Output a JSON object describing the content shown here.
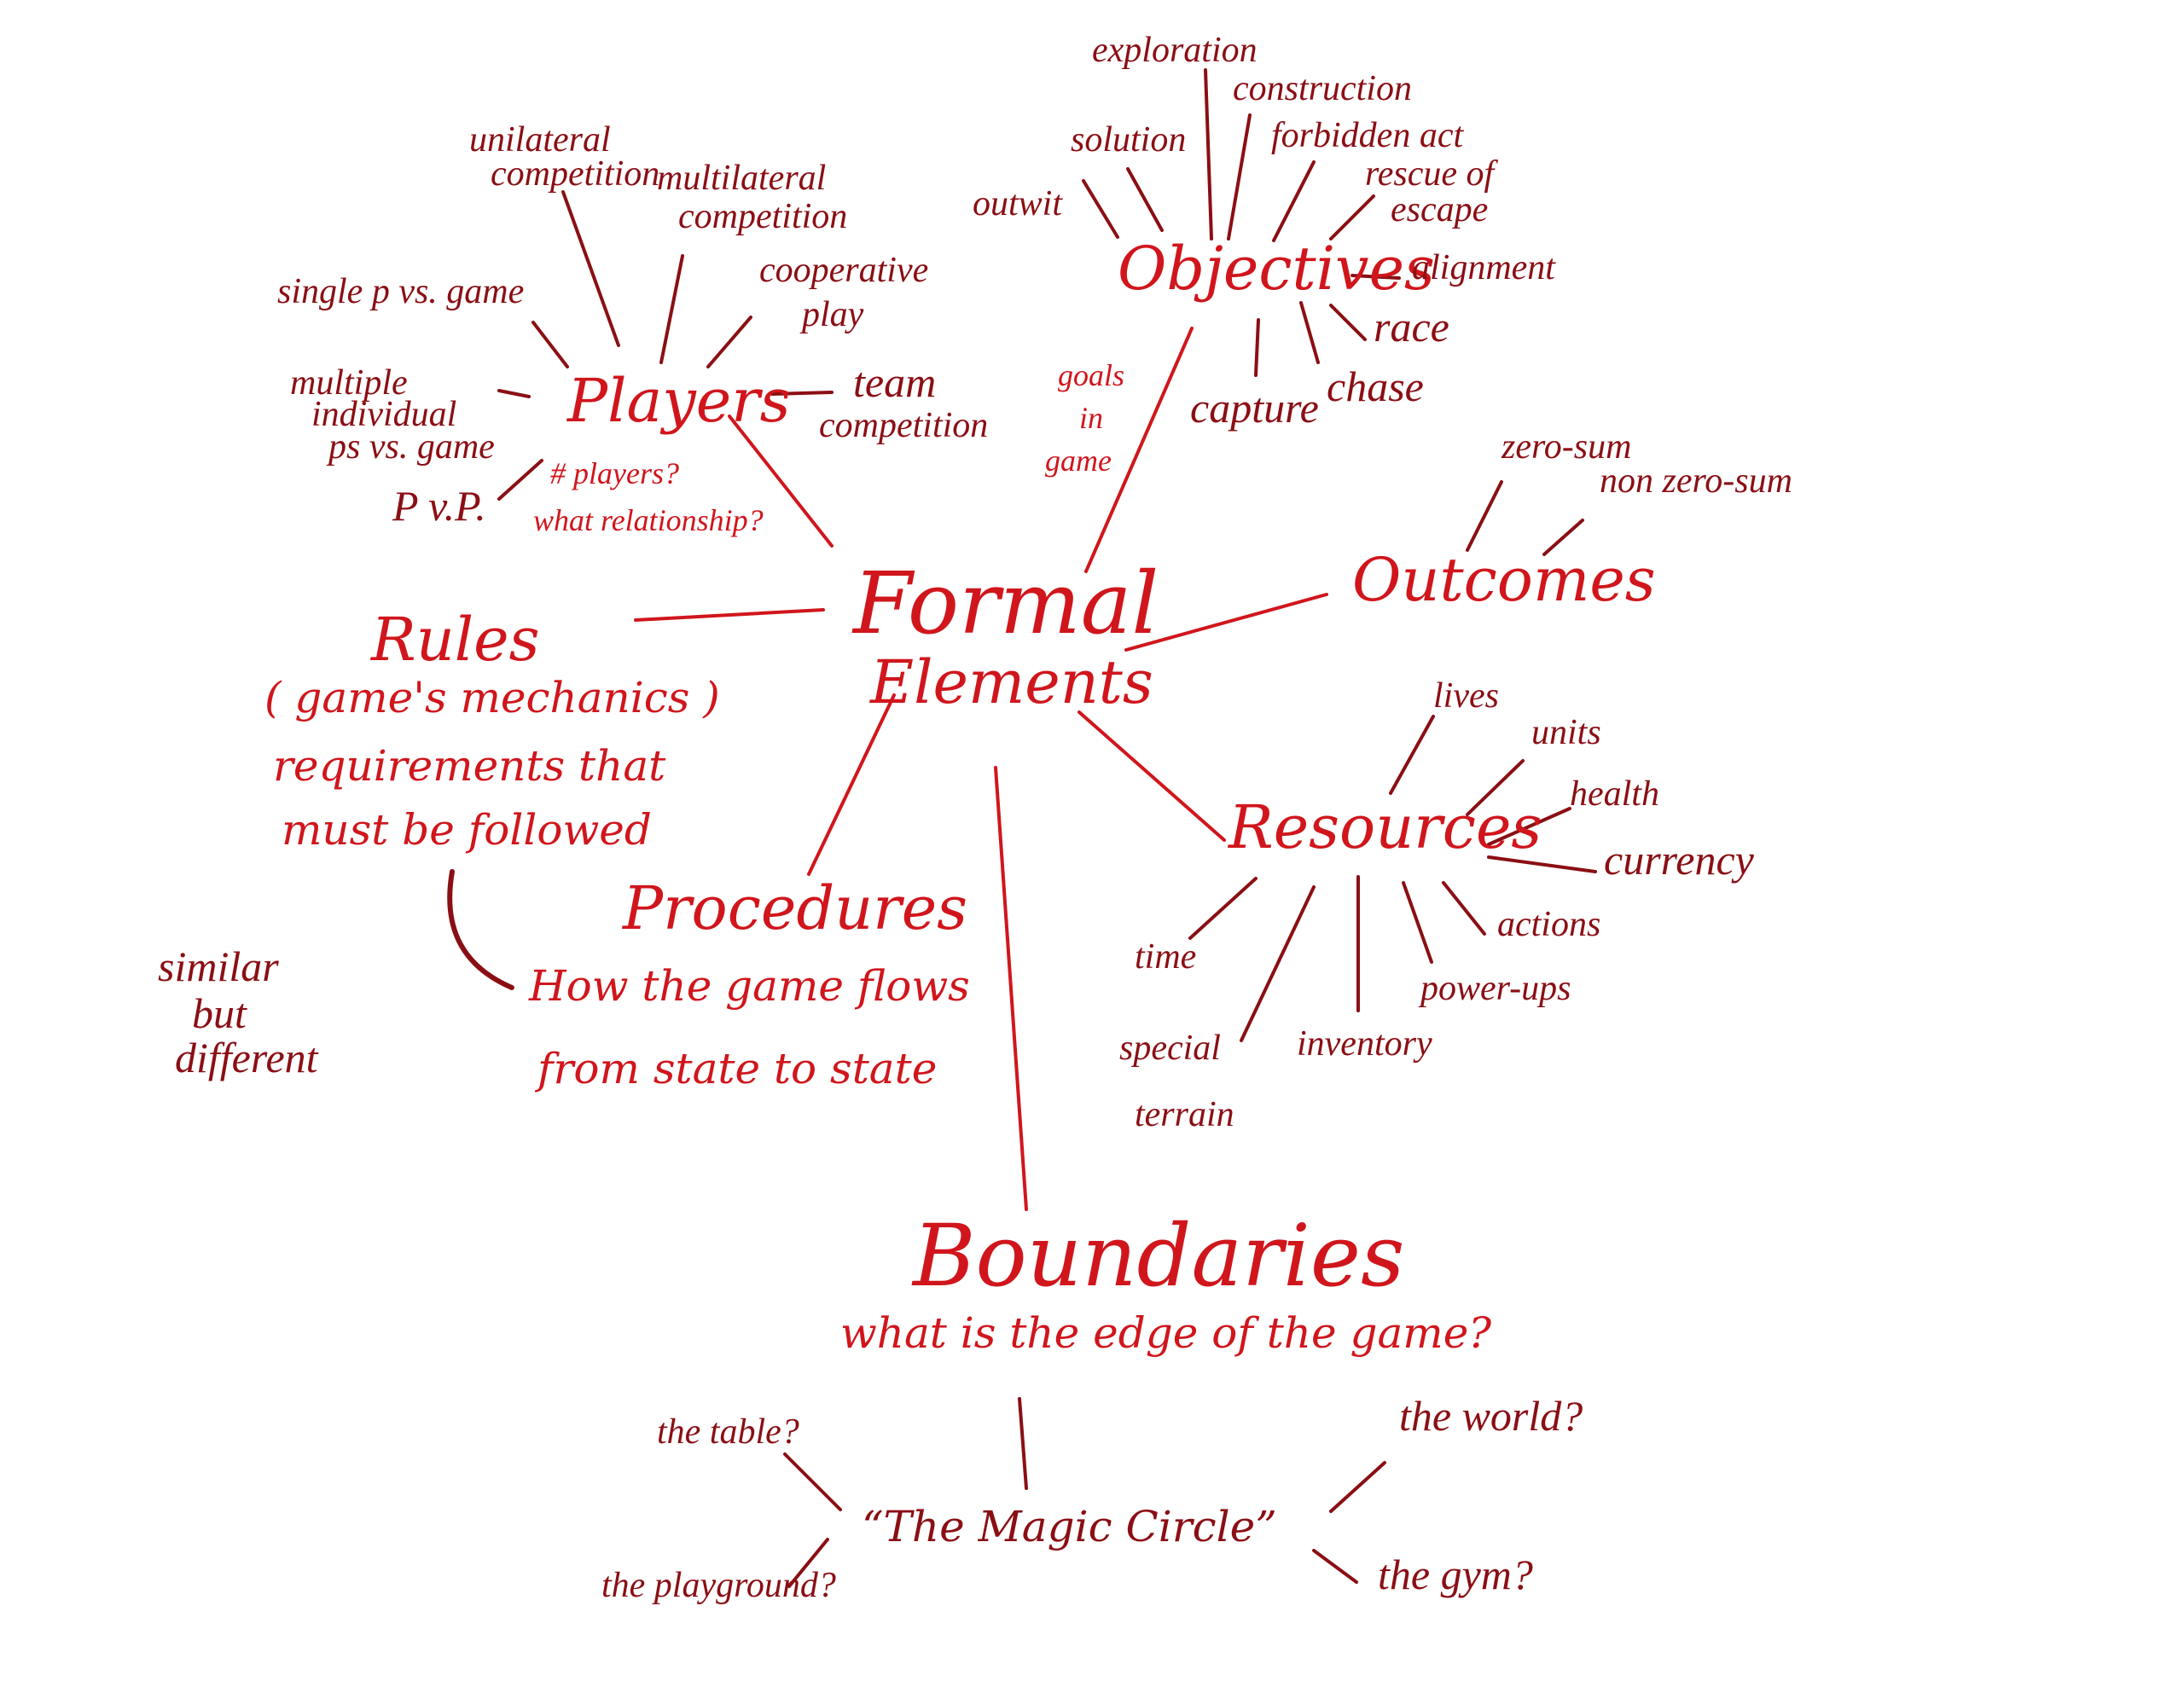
{
  "colors": {
    "primary": "#d0161c",
    "secondary": "#8a0f14",
    "background": "#ffffff"
  },
  "center": {
    "line1": "Formal",
    "line2": "Elements"
  },
  "players": {
    "title": "Players",
    "note1": "# players?",
    "note2": "what relationship?",
    "items": {
      "unilateral1": "unilateral",
      "unilateral2": "competition",
      "multilateral1": "multilateral",
      "multilateral2": "competition",
      "single": "single p vs. game",
      "cooperative1": "cooperative",
      "cooperative2": "play",
      "multiple1": "multiple",
      "multiple2": "individual",
      "multiple3": "ps vs. game",
      "team1": "team",
      "team2": "competition",
      "pvp": "P v.P."
    }
  },
  "objectives": {
    "title": "Objectives",
    "goals1": "goals",
    "goals2": "in",
    "goals3": "game",
    "items": {
      "exploration": "exploration",
      "construction": "construction",
      "solution": "solution",
      "forbidden": "forbidden act",
      "outwit": "outwit",
      "rescue1": "rescue of",
      "rescue2": "escape",
      "alignment": "alignment",
      "race": "race",
      "chase": "chase",
      "capture": "capture"
    }
  },
  "outcomes": {
    "title": "Outcomes",
    "items": {
      "zero": "zero-sum",
      "nonzero": "non zero-sum"
    }
  },
  "rules": {
    "title": "Rules",
    "sub": "( game's mechanics )",
    "def1": "requirements that",
    "def2": "must be followed",
    "note1": "similar",
    "note2": "but",
    "note3": "different"
  },
  "procedures": {
    "title": "Procedures",
    "def1": "How the game flows",
    "def2": "from state to state"
  },
  "resources": {
    "title": "Resources",
    "items": {
      "lives": "lives",
      "units": "units",
      "health": "health",
      "currency": "currency",
      "actions": "actions",
      "time": "time",
      "powerups": "power-ups",
      "special1": "special",
      "special2": "terrain",
      "inventory": "inventory"
    }
  },
  "boundaries": {
    "title": "Boundaries",
    "question": "what is the edge of the game?",
    "magic": "“The Magic Circle”",
    "items": {
      "table": "the table?",
      "playground": "the playground?",
      "world": "the world?",
      "gym": "the gym?"
    }
  }
}
